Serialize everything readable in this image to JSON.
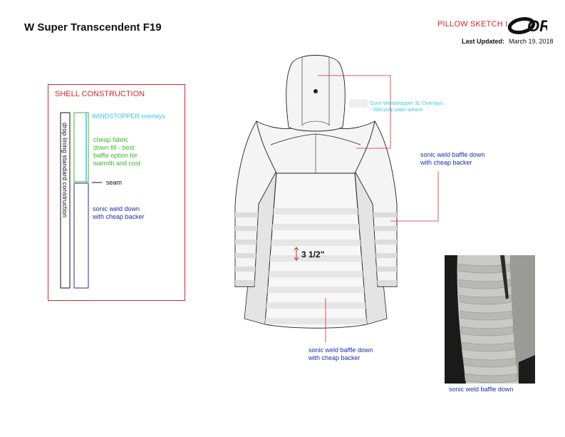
{
  "header": {
    "title": "W Super Transcendent F19",
    "sheet_label": "PILLOW SKETCH I",
    "last_updated_label": "Last Updated:",
    "last_updated_value": "March 19, 2018",
    "logo_text": "OR"
  },
  "shell": {
    "title": "SHELL CONSTRUCTION",
    "vertical_label": "drop lining standard construction",
    "windstopper": "WINDSTOPPER overlays",
    "cheap_fabric_lines": [
      "cheap fabric",
      "down fill - best",
      "baffle option for",
      "warmth and cost"
    ],
    "seam": "seam",
    "sonic_lines": [
      "sonic weld down",
      "with cheap backer"
    ]
  },
  "callouts": {
    "gore_lines": [
      "Gore Windstopper 3L Overlays",
      "- 50d poly plain weave"
    ],
    "right_lines": [
      "sonic weld baffle down",
      "with cheap backer"
    ],
    "bottom_lines": [
      "sonic weld baffle down",
      "with cheap backer"
    ],
    "dimension": "3 1/2\"",
    "photo_caption": "sonic weld baffle down"
  },
  "colors": {
    "red": "#d9262a",
    "blue": "#1b2fa8",
    "green": "#3bb82a",
    "cyan": "#3fc4e8"
  }
}
